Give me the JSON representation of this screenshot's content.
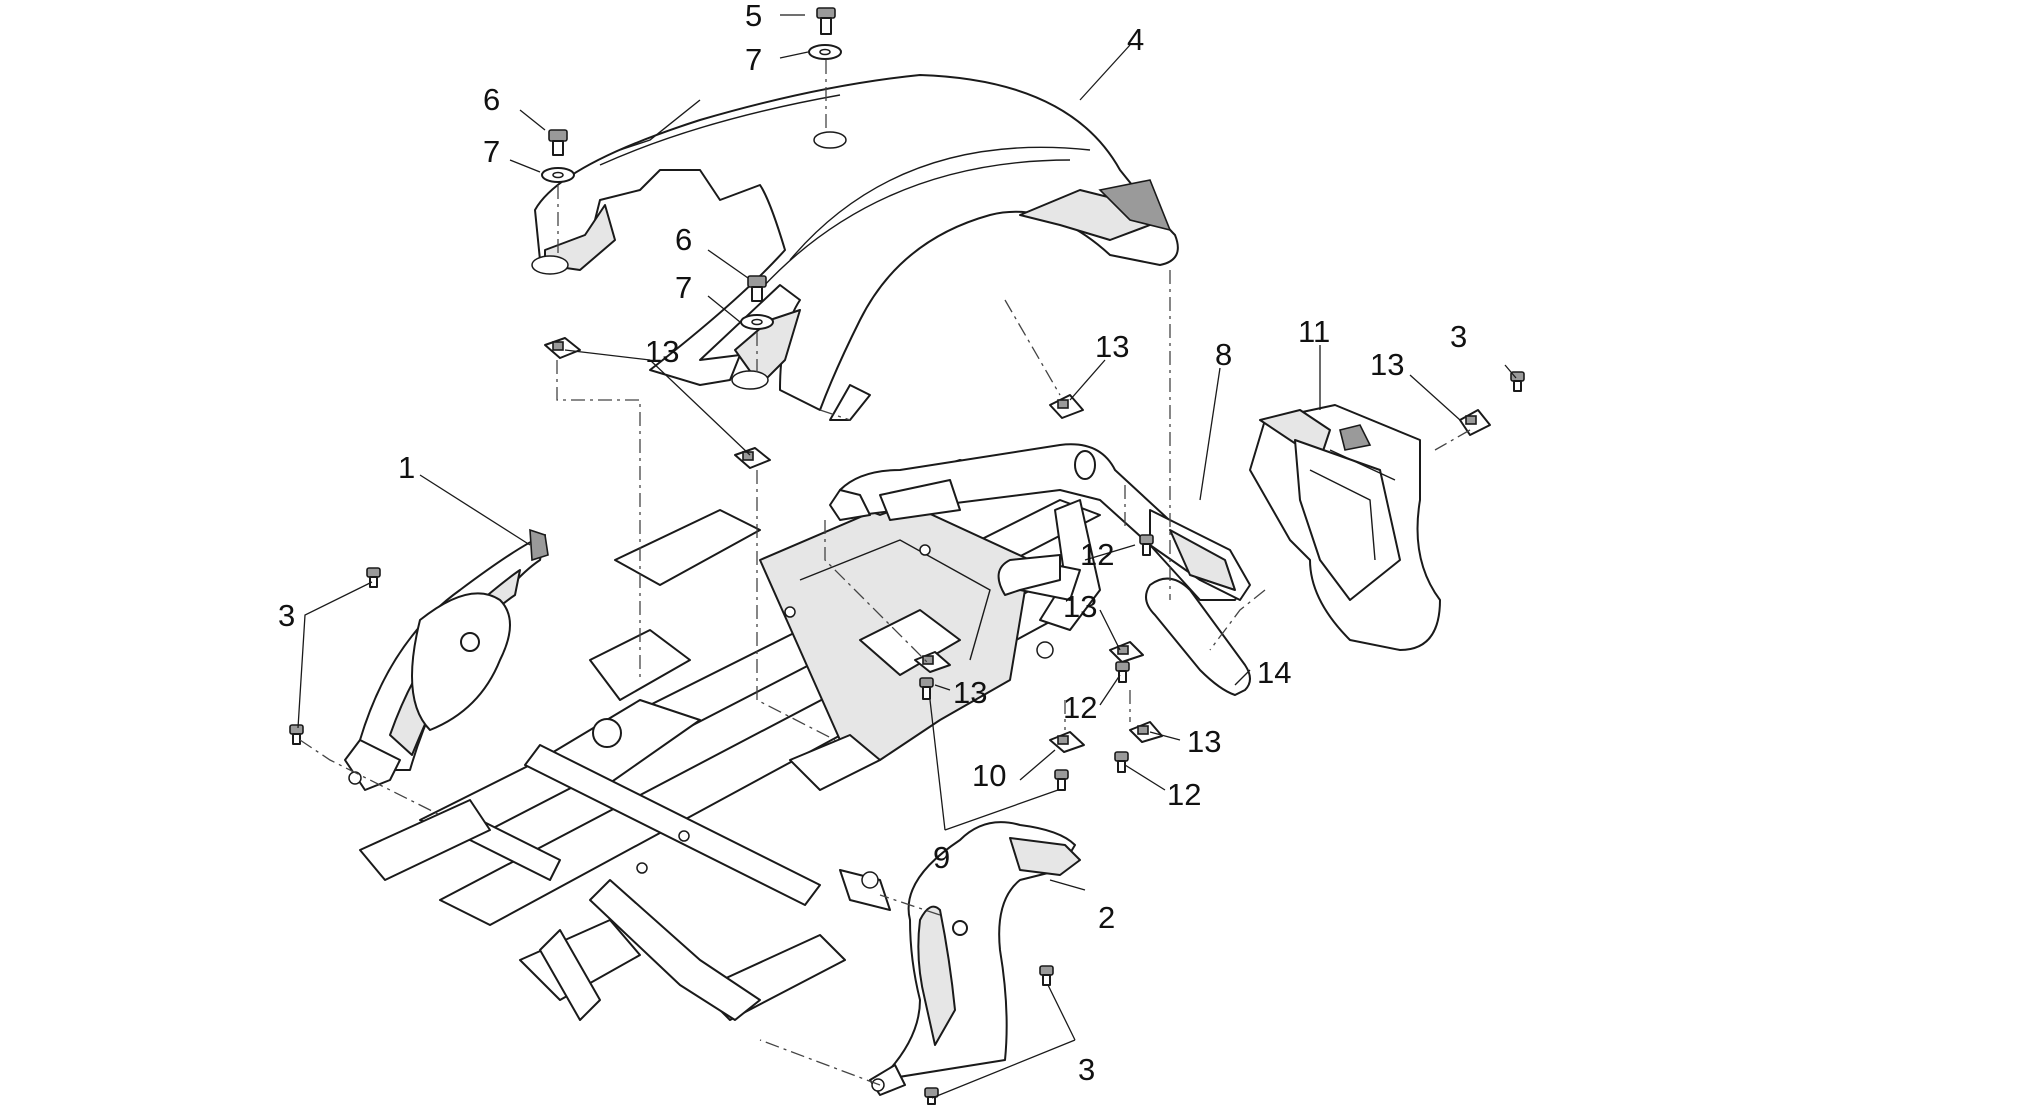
{
  "callouts": {
    "c1": "1",
    "c2": "2",
    "c3a": "3",
    "c3b": "3",
    "c3c": "3",
    "c4": "4",
    "c5": "5",
    "c6a": "6",
    "c6b": "6",
    "c7a": "7",
    "c7b": "7",
    "c7c": "7",
    "c8": "8",
    "c9": "9",
    "c10": "10",
    "c11": "11",
    "c12a": "12",
    "c12b": "12",
    "c12c": "12",
    "c13a": "13",
    "c13b": "13",
    "c13c": "13",
    "c13d": "13",
    "c13e": "13",
    "c13f": "13",
    "c14": "14"
  }
}
